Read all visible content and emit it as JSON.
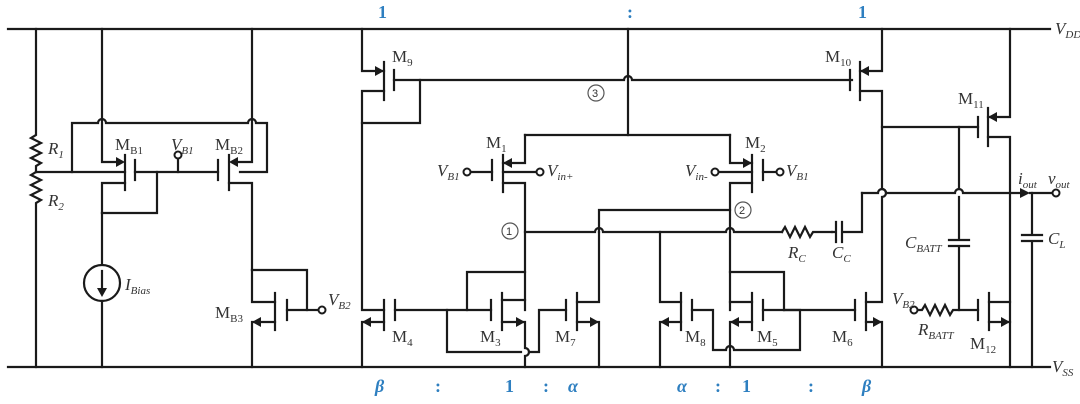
{
  "rails": {
    "vdd": "V",
    "vdd_sub": "DD",
    "vss": "V",
    "vss_sub": "SS"
  },
  "ratios_top": [
    "1",
    ":",
    "1"
  ],
  "ratios_bottom": [
    "β",
    ":",
    "1",
    ":",
    "α",
    "α",
    ":",
    "1",
    ":",
    "β"
  ],
  "transistors": {
    "mb1": {
      "name": "M",
      "sub": "B1"
    },
    "mb2": {
      "name": "M",
      "sub": "B2"
    },
    "mb3": {
      "name": "M",
      "sub": "B3"
    },
    "m1": {
      "name": "M",
      "sub": "1"
    },
    "m2": {
      "name": "M",
      "sub": "2"
    },
    "m3": {
      "name": "M",
      "sub": "3"
    },
    "m4": {
      "name": "M",
      "sub": "4"
    },
    "m5": {
      "name": "M",
      "sub": "5"
    },
    "m6": {
      "name": "M",
      "sub": "6"
    },
    "m7": {
      "name": "M",
      "sub": "7"
    },
    "m8": {
      "name": "M",
      "sub": "8"
    },
    "m9": {
      "name": "M",
      "sub": "9"
    },
    "m10": {
      "name": "M",
      "sub": "10"
    },
    "m11": {
      "name": "M",
      "sub": "11"
    },
    "m12": {
      "name": "M",
      "sub": "12"
    }
  },
  "passives": {
    "r1": {
      "name": "R",
      "sub": "1"
    },
    "r2": {
      "name": "R",
      "sub": "2"
    },
    "rc": {
      "name": "R",
      "sub": "C"
    },
    "cc": {
      "name": "C",
      "sub": "C"
    },
    "cbatt": {
      "name": "C",
      "sub": "BATT"
    },
    "rbatt": {
      "name": "R",
      "sub": "BATT"
    },
    "cl": {
      "name": "C",
      "sub": "L"
    },
    "ibias": {
      "name": "I",
      "sub": "Bias"
    }
  },
  "signals": {
    "vb1_bias": {
      "name": "V",
      "sub": "B1"
    },
    "vb2_bias": {
      "name": "V",
      "sub": "B2"
    },
    "vb1_m1": {
      "name": "V",
      "sub": "B1"
    },
    "vinp": {
      "name": "V",
      "sub": "in+"
    },
    "vinn": {
      "name": "V",
      "sub": "in-"
    },
    "vb1_m2": {
      "name": "V",
      "sub": "B1"
    },
    "vb2_m12": {
      "name": "V",
      "sub": "B2"
    },
    "iout": {
      "name": "i",
      "sub": "out"
    },
    "vout": {
      "name": "v",
      "sub": "out"
    }
  },
  "nodes": [
    "1",
    "2",
    "3"
  ]
}
